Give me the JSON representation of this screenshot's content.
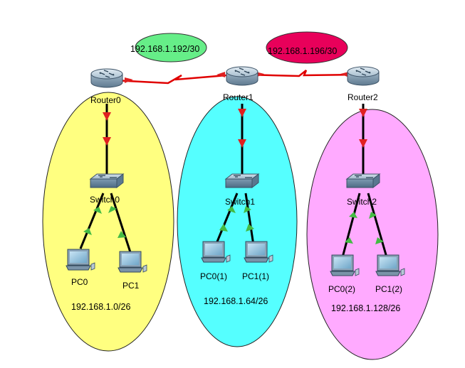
{
  "networks": [
    {
      "id": "lan0",
      "label": "192.168.1.0/26",
      "color": "#ffff80"
    },
    {
      "id": "lan1",
      "label": "192.168.1.64/26",
      "color": "#55ffff"
    },
    {
      "id": "lan2",
      "label": "192.168.1.128/26",
      "color": "#ffaaff"
    }
  ],
  "wan_links": [
    {
      "id": "wan0",
      "label": "192.168.1.192/30",
      "color": "#66ee88"
    },
    {
      "id": "wan1",
      "label": "192.168.1.196/30",
      "color": "#e8005a"
    }
  ],
  "devices": {
    "router0": "Router0",
    "router1": "Router1",
    "router2": "Router2",
    "switch0": "Switch0",
    "switch1": "Switch1",
    "switch2": "Switch2",
    "pc0": "PC0",
    "pc1": "PC1",
    "pc0_1": "PC0(1)",
    "pc1_1": "PC1(1)",
    "pc0_2": "PC0(2)",
    "pc1_2": "PC1(2)"
  },
  "link_colors": {
    "serial": "#e00000",
    "ethernet": "#000000",
    "port_down": "#e02020",
    "port_up": "#44bb44"
  }
}
